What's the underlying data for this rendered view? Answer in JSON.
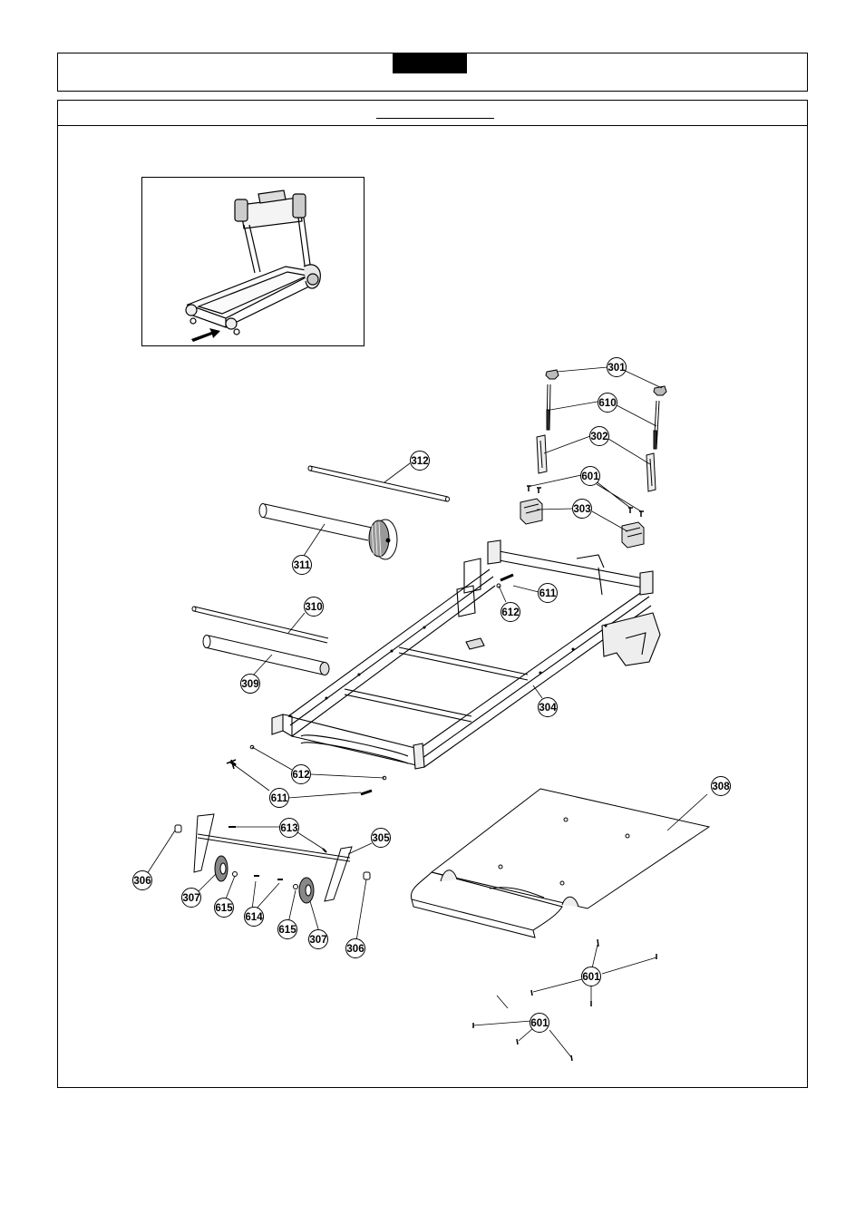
{
  "callouts": [
    {
      "id": "c301a",
      "label": "301"
    },
    {
      "id": "c610",
      "label": "610"
    },
    {
      "id": "c302",
      "label": "302"
    },
    {
      "id": "c601a",
      "label": "601"
    },
    {
      "id": "c303",
      "label": "303"
    },
    {
      "id": "c312",
      "label": "312"
    },
    {
      "id": "c311",
      "label": "311"
    },
    {
      "id": "c611a",
      "label": "611"
    },
    {
      "id": "c612a",
      "label": "612"
    },
    {
      "id": "c310",
      "label": "310"
    },
    {
      "id": "c309",
      "label": "309"
    },
    {
      "id": "c304",
      "label": "304"
    },
    {
      "id": "c612b",
      "label": "612"
    },
    {
      "id": "c611b",
      "label": "611"
    },
    {
      "id": "c613",
      "label": "613"
    },
    {
      "id": "c305",
      "label": "305"
    },
    {
      "id": "c308",
      "label": "308"
    },
    {
      "id": "c306a",
      "label": "306"
    },
    {
      "id": "c307a",
      "label": "307"
    },
    {
      "id": "c615a",
      "label": "615"
    },
    {
      "id": "c614",
      "label": "614"
    },
    {
      "id": "c615b",
      "label": "615"
    },
    {
      "id": "c307b",
      "label": "307"
    },
    {
      "id": "c306b",
      "label": "306"
    },
    {
      "id": "c601b",
      "label": "601"
    },
    {
      "id": "c601c",
      "label": "601"
    }
  ]
}
